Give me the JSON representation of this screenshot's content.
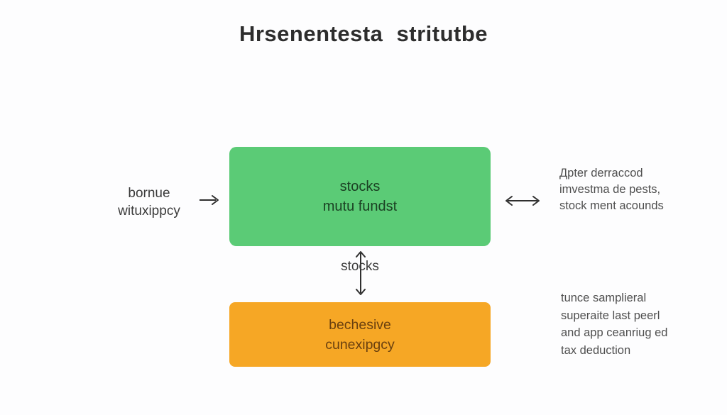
{
  "title": "Hrsenentesta stritutbe",
  "left_label": {
    "line1": "bornue",
    "line2": "wituxippcy"
  },
  "green_box": {
    "line1": "stocks",
    "line2": "mutu fundst",
    "fill_color": "#5bcb76",
    "text_color": "#1b4123"
  },
  "orange_box": {
    "line1": "bechesive",
    "line2": "cunexipgcy",
    "fill_color": "#f6a725",
    "text_color": "#6a400f"
  },
  "middle_arrow_label": "stocks",
  "right_top_note": {
    "line1": "Дpter derraccod",
    "line2": "imvestma de pests,",
    "line3": "stock ment acounds"
  },
  "right_bottom_note": {
    "line1": "tunce samplieral",
    "line2": "superaite last peerl",
    "line3": "and app ceanriug ed",
    "line4": "tax deduction"
  },
  "icons": {
    "right_arrow": "→",
    "double_arrow_horizontal": "↔",
    "double_arrow_vertical": "↕"
  },
  "colors": {
    "background": "#fdfdfe",
    "title_text": "#2d2d2d",
    "arrow": "#2f2f2f",
    "note_text": "#4f4f4f"
  }
}
